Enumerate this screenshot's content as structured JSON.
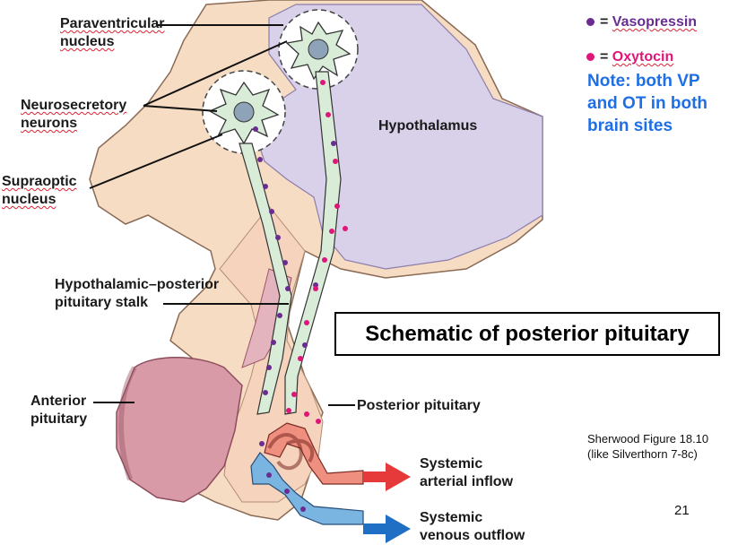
{
  "labels": {
    "paraventricular": "Paraventricular\nnucleus",
    "neurosecretory": "Neurosecretory\nneurons",
    "supraoptic": "Supraoptic\nnucleus",
    "hypothalamus": "Hypothalamus",
    "stalk": "Hypothalamic–posterior\npituitary stalk",
    "anterior": "Anterior\npituitary",
    "posterior": "Posterior pituitary",
    "arterial": "Systemic\narterial inflow",
    "venous": "Systemic\nvenous outflow"
  },
  "legend": {
    "vasopressin": {
      "symbol": "=",
      "label": "Vasopressin",
      "color": "#6a2c91"
    },
    "oxytocin": {
      "symbol": "=",
      "label": "Oxytocin",
      "color": "#e0157a"
    }
  },
  "note": "Note: both VP\nand OT in both\nbrain sites",
  "title": "Schematic of posterior pituitary",
  "source": "Sherwood Figure 18.10\n(like Silverthorn 7-8c)",
  "page_number": "21",
  "colors": {
    "brain_tissue": "#f7dcc4",
    "hypothalamus": "#d9d0ea",
    "axon": "#d8ecd8",
    "anterior_pituitary": "#d79aa6",
    "artery": "#ef8f7f",
    "vein": "#7ab4e0",
    "arrow_arterial": "#e63a3a",
    "arrow_venous": "#1f6fc4",
    "note_text": "#1e6fe6"
  },
  "icons": {
    "arterial_arrow": "arrow-right-icon",
    "venous_arrow": "arrow-right-icon"
  }
}
